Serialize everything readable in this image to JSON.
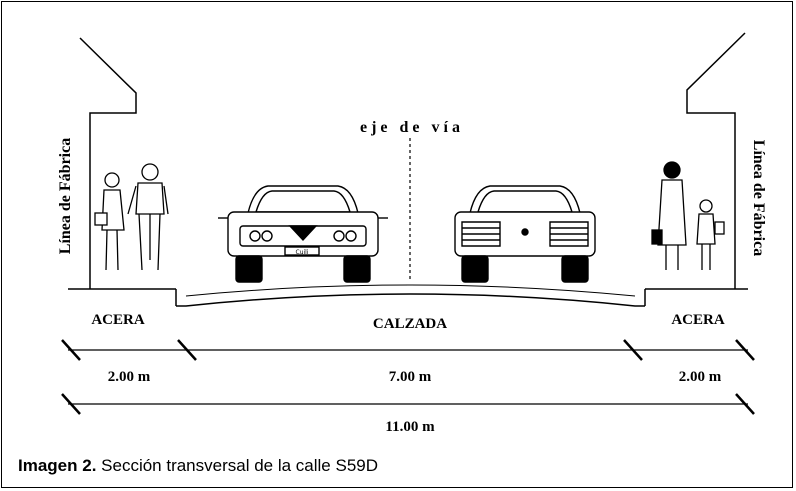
{
  "diagram": {
    "axis_label": "e j e   d e   v í a",
    "left_vertical_label": "Línea de Fábrica",
    "right_vertical_label": "Línea de Fábrica",
    "sections": {
      "left": "ACERA",
      "center": "CALZADA",
      "right": "ACERA"
    },
    "dimensions": {
      "left": "2.00 m",
      "center": "7.00 m",
      "right": "2.00 m",
      "total": "11.00 m"
    },
    "car_plate": "Cuili"
  },
  "caption": {
    "prefix": "Imagen 2.",
    "text": " Sección transversal de la calle S59D"
  },
  "colors": {
    "ink": "#000000",
    "background": "#ffffff"
  }
}
